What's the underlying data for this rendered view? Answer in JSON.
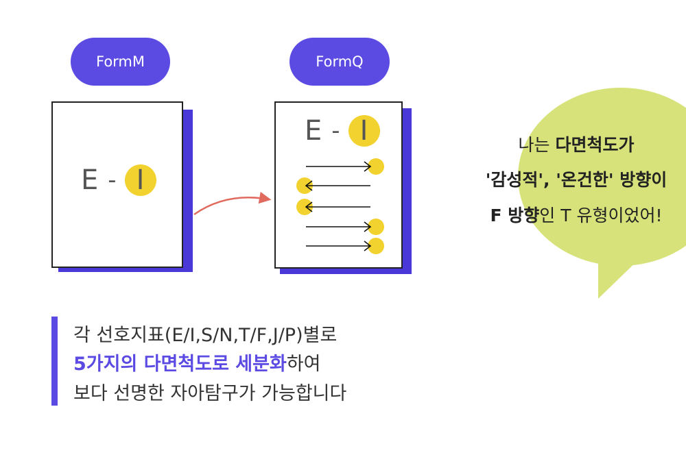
{
  "forms": {
    "a": {
      "label": "FormM",
      "scale_left": "E",
      "scale_dash": "-",
      "scale_right": "I"
    },
    "b": {
      "label": "FormQ",
      "scale_left": "E",
      "scale_dash": "-",
      "scale_right": "I"
    }
  },
  "bubble": {
    "line1_plain": "나는 ",
    "line1_bold": "다면척도가",
    "line2_bold": "'감성적', '온건한' 방향이",
    "line3_bold": "F 방향",
    "line3_plain": "인 T 유형이었어!"
  },
  "description": {
    "line1": "각 선호지표(E/I,S/N,T/F,J/P)별로",
    "line2_accent": "5가지의 다면척도로 세분화",
    "line2_plain": "하여",
    "line3": "보다 선명한 자아탐구가 가능합니다"
  },
  "colors": {
    "accent": "#5b4be3",
    "dot": "#f2d22e",
    "bubble": "#d7e37a",
    "curve_arrow": "#e06a5e"
  },
  "facet_arrows": [
    "right",
    "left",
    "left",
    "right",
    "right"
  ]
}
